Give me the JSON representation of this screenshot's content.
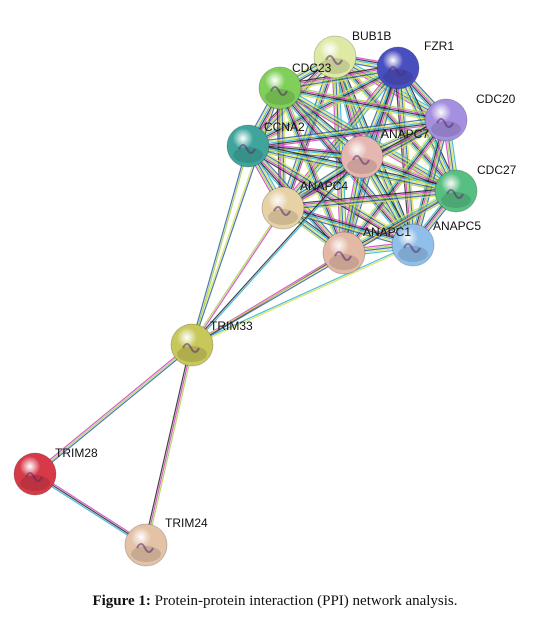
{
  "network": {
    "nodes": [
      {
        "id": "BUB1B",
        "label": "BUB1B",
        "color": "#dfe9a6"
      },
      {
        "id": "FZR1",
        "label": "FZR1",
        "color": "#4a4fbf"
      },
      {
        "id": "CDC23",
        "label": "CDC23",
        "color": "#7fcf5a"
      },
      {
        "id": "CDC20",
        "label": "CDC20",
        "color": "#a58fe0"
      },
      {
        "id": "CCNA2",
        "label": "CCNA2",
        "color": "#3fa59c"
      },
      {
        "id": "ANAPC7",
        "label": "ANAPC7",
        "color": "#e6b6b0"
      },
      {
        "id": "CDC27",
        "label": "CDC27",
        "color": "#58bf82"
      },
      {
        "id": "ANAPC4",
        "label": "ANAPC4",
        "color": "#e7d2a6"
      },
      {
        "id": "ANAPC5",
        "label": "ANAPC5",
        "color": "#8fbfea"
      },
      {
        "id": "ANAPC1",
        "label": "ANAPC1",
        "color": "#e3b8a5"
      },
      {
        "id": "TRIM33",
        "label": "TRIM33",
        "color": "#c7c75a"
      },
      {
        "id": "TRIM28",
        "label": "TRIM28",
        "color": "#d63a48"
      },
      {
        "id": "TRIM24",
        "label": "TRIM24",
        "color": "#e3c2a6"
      }
    ],
    "edge_colors": [
      "#d040c0",
      "#222222",
      "#2fb3d6",
      "#d8e04a",
      "#2f5ea8",
      "#a4d24a"
    ]
  },
  "caption": {
    "label": "Figure 1:",
    "text": " Protein-protein interaction (PPI) network analysis."
  }
}
